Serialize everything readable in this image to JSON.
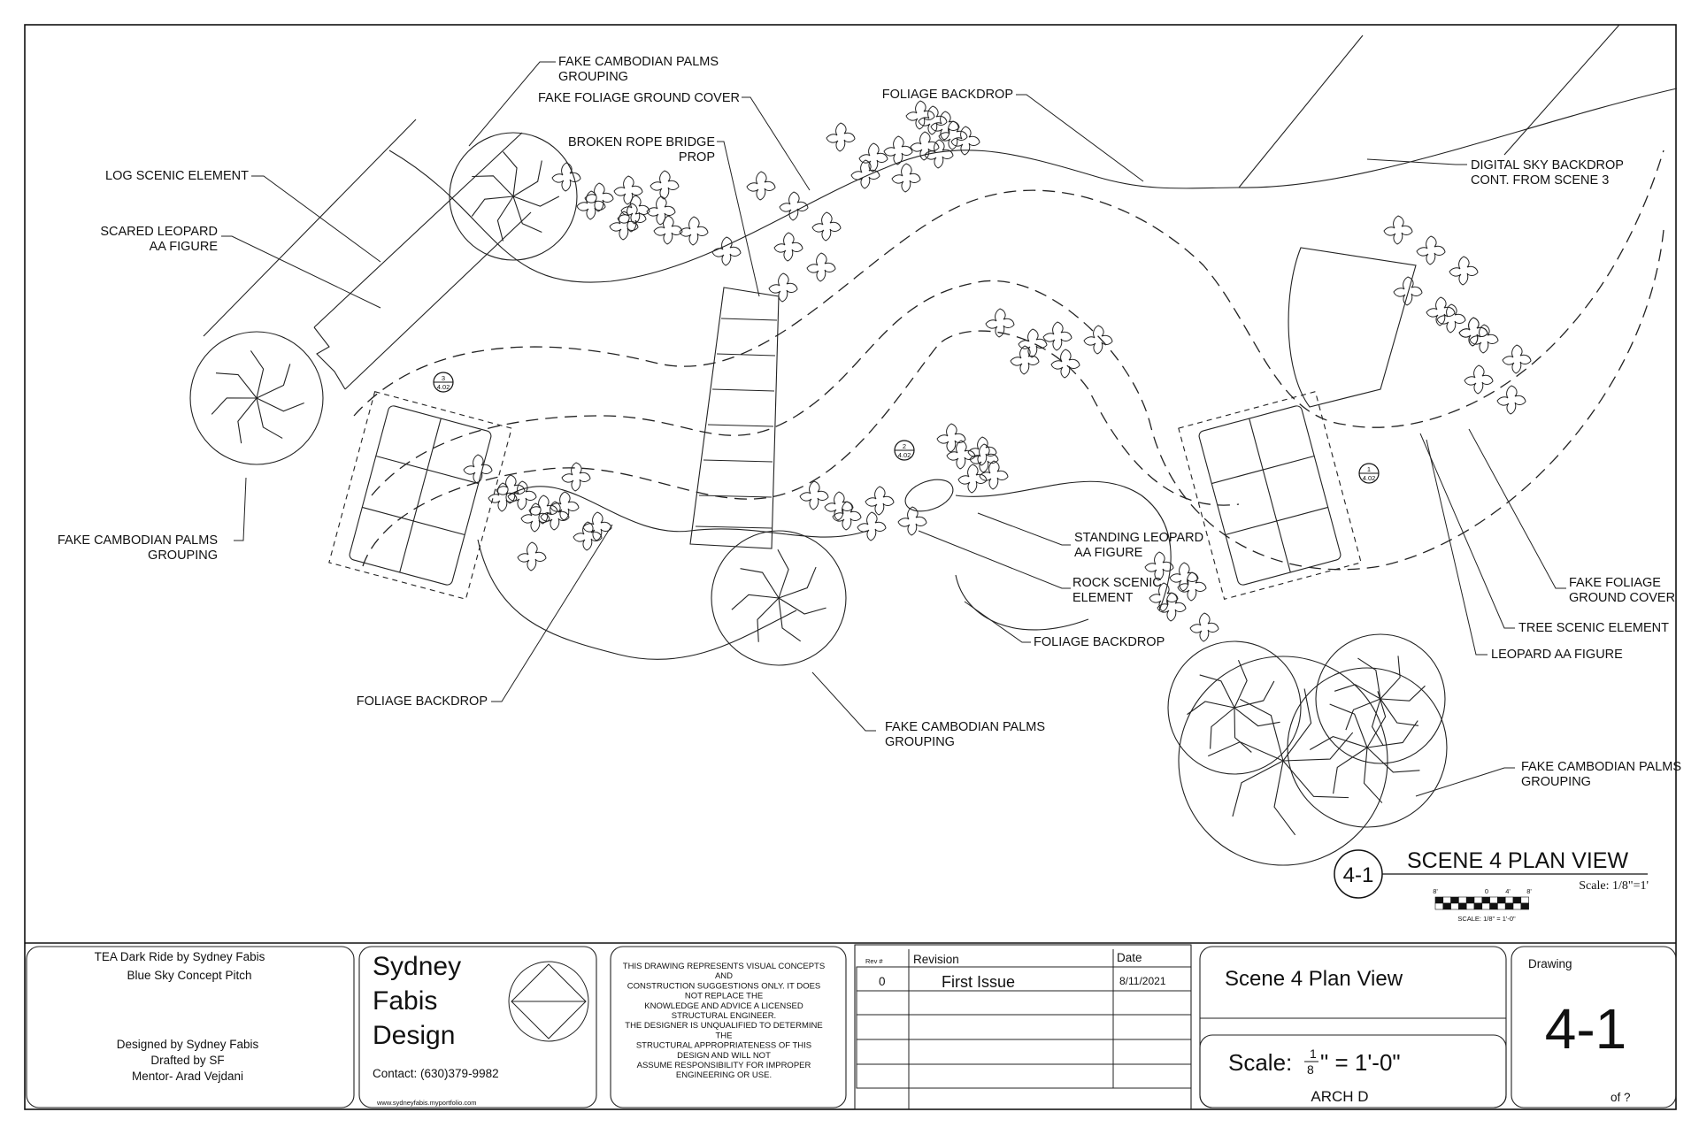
{
  "labels": {
    "palms_top_1": "FAKE CAMBODIAN PALMS",
    "palms_top_2": "GROUPING",
    "ground_cover_top": "FAKE FOLIAGE GROUND COVER",
    "bridge_1": "BROKEN ROPE BRIDGE",
    "bridge_2": "PROP",
    "foliage_top": "FOLIAGE BACKDROP",
    "log": "LOG SCENIC ELEMENT",
    "scared_1": "SCARED LEOPARD",
    "scared_2": "AA FIGURE",
    "sky_1": "DIGITAL SKY BACKDROP",
    "sky_2": "CONT. FROM SCENE 3",
    "palms_left_1": "FAKE CAMBODIAN PALMS",
    "palms_left_2": "GROUPING",
    "standing_1": "STANDING LEOPARD",
    "standing_2": "AA FIGURE",
    "rock_1": "ROCK SCENIC",
    "rock_2": "ELEMENT",
    "foliage_mid": "FOLIAGE BACKDROP",
    "foliage_low": "FOLIAGE BACKDROP",
    "palms_mid_1": "FAKE CAMBODIAN PALMS",
    "palms_mid_2": "GROUPING",
    "ground_cover_r1": "FAKE FOLIAGE",
    "ground_cover_r2": "GROUND COVER",
    "tree": "TREE SCENIC ELEMENT",
    "leopard": "LEOPARD AA FIGURE",
    "palms_right_1": "FAKE CAMBODIAN PALMS",
    "palms_right_2": "GROUPING"
  },
  "section_markers": [
    {
      "num": "3",
      "sheet": "4.02"
    },
    {
      "num": "2",
      "sheet": "4.02"
    },
    {
      "num": "1",
      "sheet": "4.02"
    }
  ],
  "view_title": {
    "number": "4-1",
    "title": "SCENE 4 PLAN VIEW",
    "scale": "Scale: 1/8\"=1'",
    "bar_ticks": [
      "8'",
      "0",
      "4'",
      "8'"
    ],
    "bar_caption": "SCALE:  1/8\" =   1'-0\""
  },
  "title_block": {
    "project_line1": "TEA Dark Ride by Sydney Fabis",
    "project_line2": "Blue Sky Concept Pitch",
    "designed": "Designed by Sydney Fabis",
    "drafted": "Drafted by SF",
    "mentor": "Mentor- Arad Vejdani",
    "company_1": "Sydney",
    "company_2": "Fabis",
    "company_3": "Design",
    "contact": "Contact: (630)379-9982",
    "website": "www.sydneyfabis.myportfolio.com",
    "disclaimer": [
      "THIS DRAWING REPRESENTS VISUAL CONCEPTS",
      "AND",
      "CONSTRUCTION SUGGESTIONS ONLY. IT DOES",
      "NOT REPLACE THE",
      "KNOWLEDGE AND ADVICE A LICENSED",
      "STRUCTURAL ENGINEER.",
      "THE DESIGNER IS UNQUALIFIED TO DETERMINE",
      "THE",
      "STRUCTURAL APPROPRIATENESS OF THIS",
      "DESIGN AND WILL NOT",
      "ASSUME RESPONSIBILITY FOR IMPROPER",
      "ENGINEERING OR USE."
    ],
    "rev_header": "Rev #",
    "revision_header": "Revision",
    "date_header": "Date",
    "rev_num": "0",
    "revision_text": "First Issue",
    "rev_date": "8/11/2021",
    "sheet_title": "Scene 4 Plan View",
    "scale_prefix": "Scale: ",
    "scale_num": "1",
    "scale_den": "8",
    "scale_suffix": "\" = 1'-0\"",
    "paper": "ARCH D",
    "drawing_label": "Drawing",
    "drawing_number": "4-1",
    "of": "of ?"
  },
  "colors": {
    "ink": "#111111",
    "paper": "#ffffff"
  }
}
